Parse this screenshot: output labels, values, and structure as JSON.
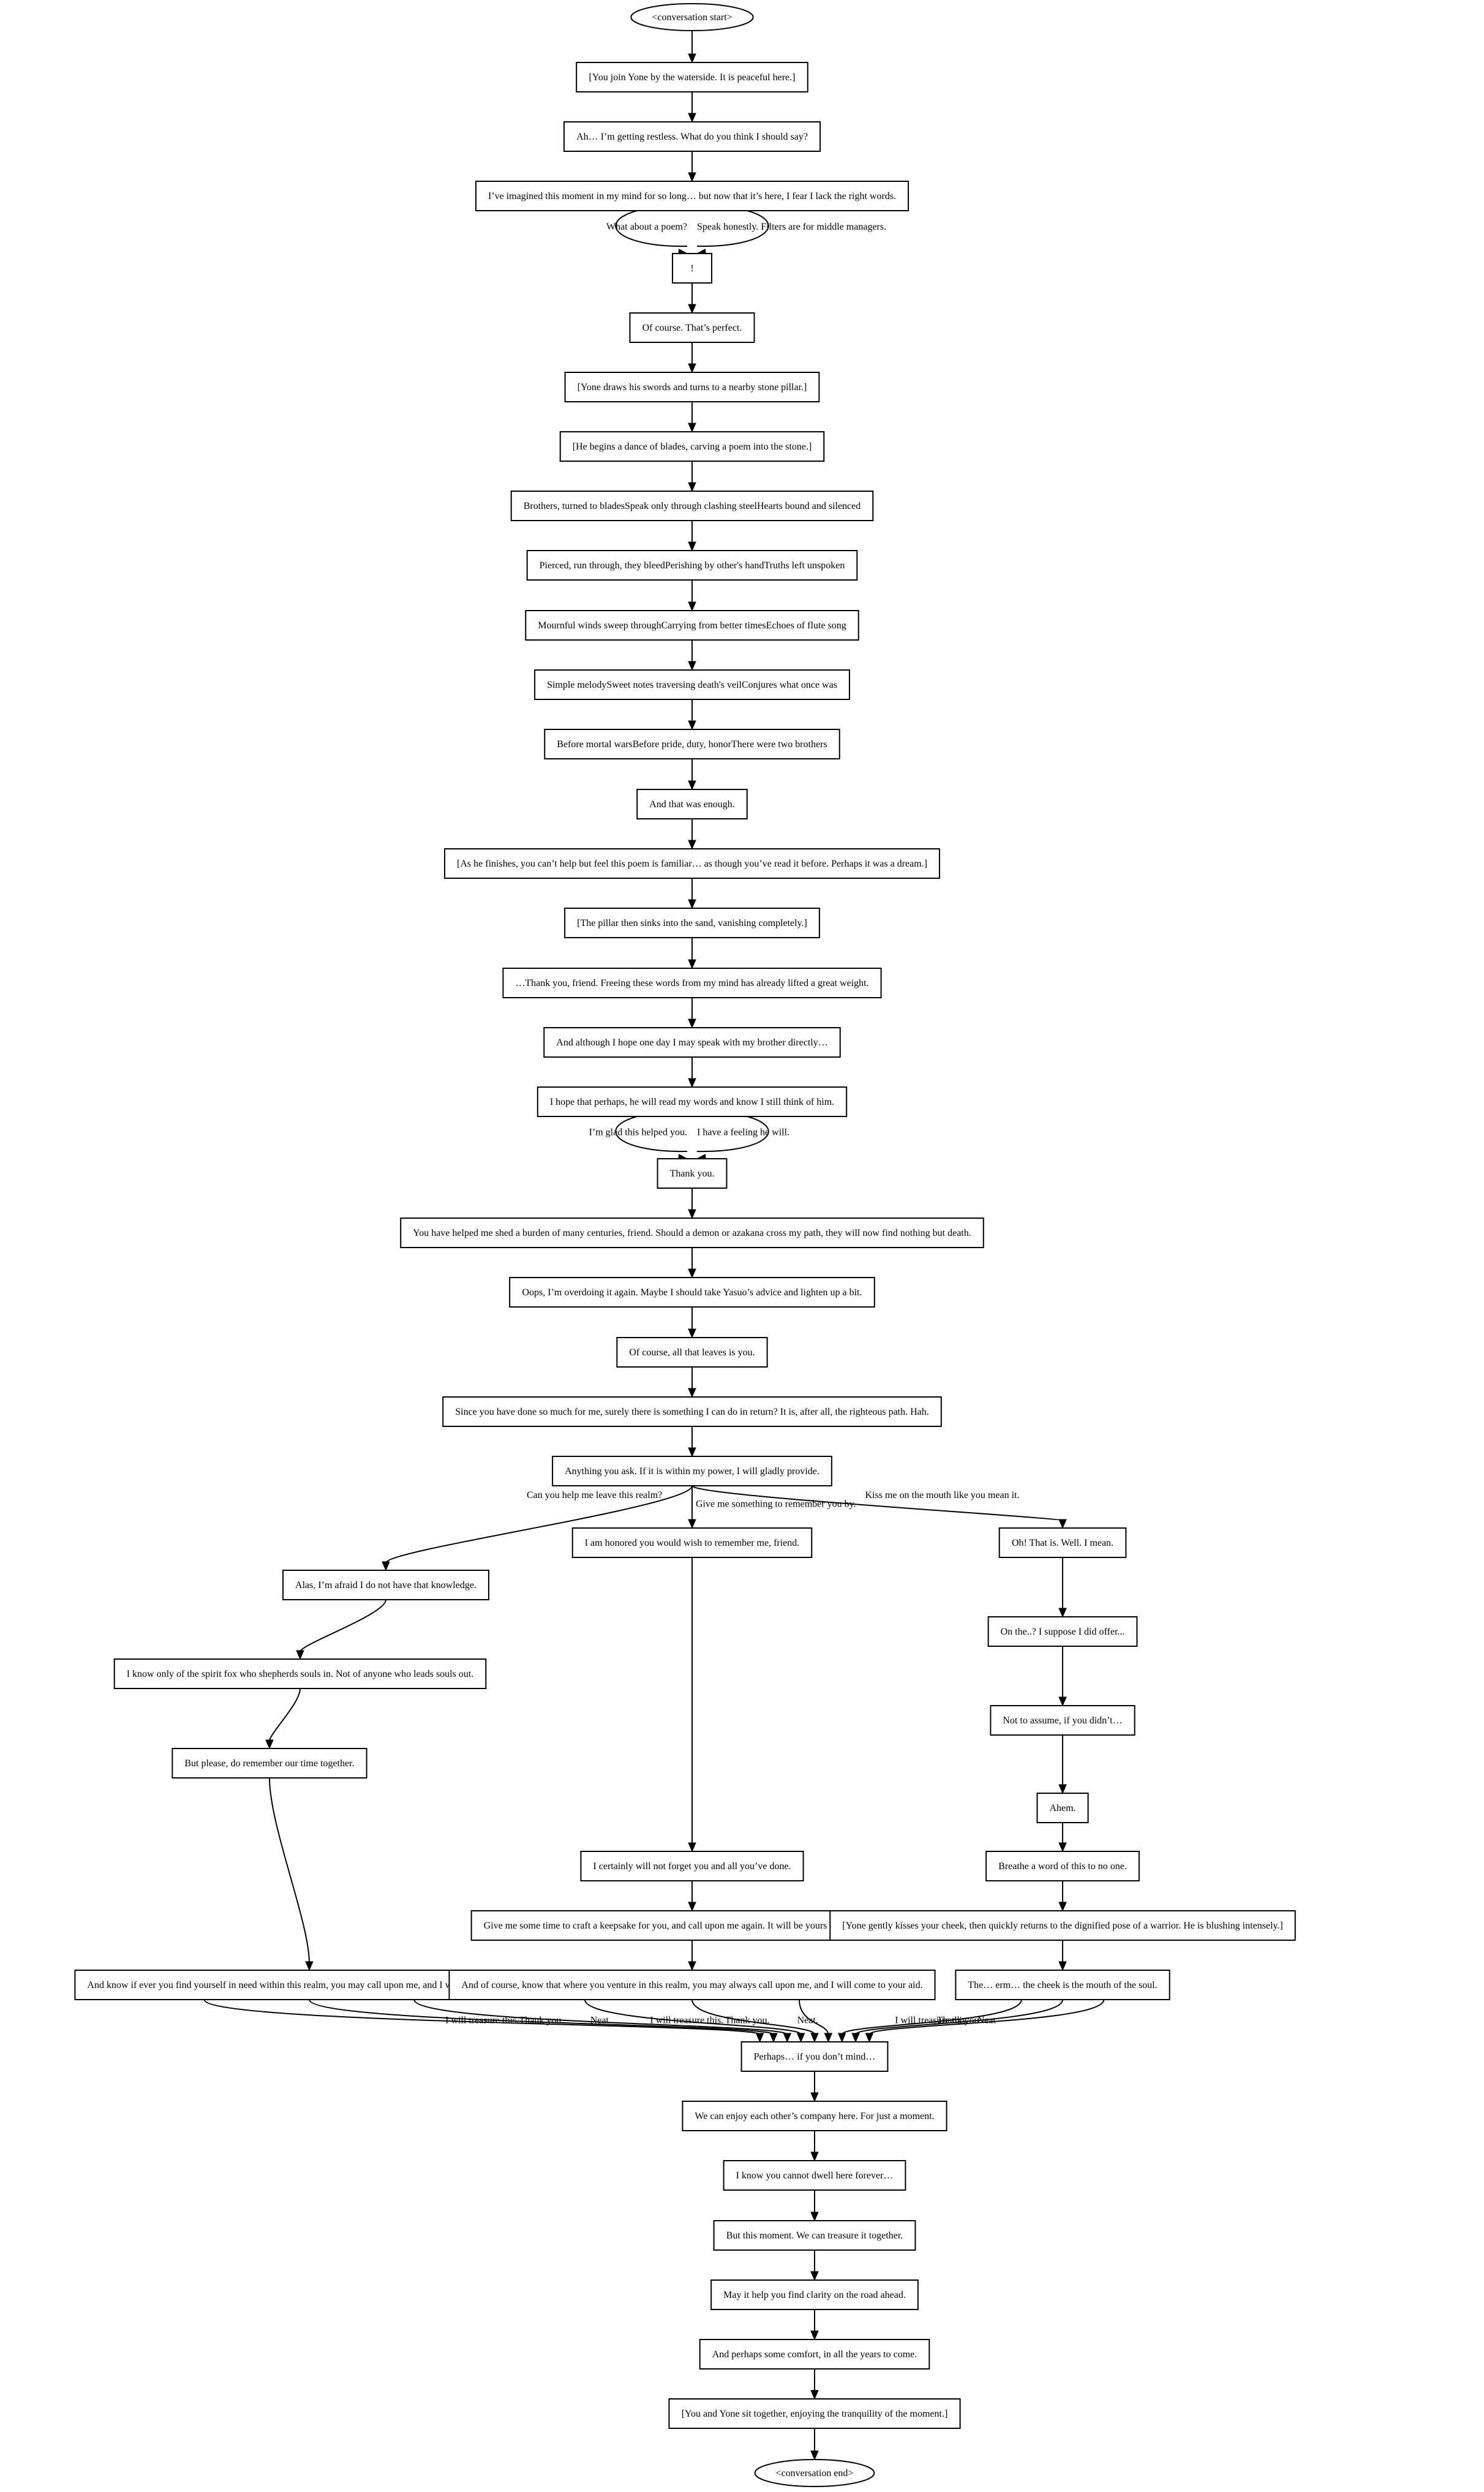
{
  "nodes": [
    {
      "id": "start",
      "shape": "ellipse",
      "text": "<conversation start>"
    },
    {
      "id": "n1",
      "shape": "box",
      "text": "[You join Yone by the waterside. It is peaceful here.]"
    },
    {
      "id": "n2",
      "shape": "box",
      "text": "Ah… I’m getting restless. What do you think I should say?"
    },
    {
      "id": "n3",
      "shape": "box",
      "text": "I’ve imagined this moment in my mind for so long… but now that it’s here, I fear I lack the right words."
    },
    {
      "id": "n4",
      "shape": "box",
      "text": "!"
    },
    {
      "id": "n5",
      "shape": "box",
      "text": "Of course. That’s perfect."
    },
    {
      "id": "n6",
      "shape": "box",
      "text": "[Yone draws his swords and turns to a nearby stone pillar.]"
    },
    {
      "id": "n7",
      "shape": "box",
      "text": "[He begins a dance of blades, carving a poem into the stone.]"
    },
    {
      "id": "n8",
      "shape": "box",
      "text": "Brothers, turned to bladesSpeak only through clashing steelHearts bound and silenced"
    },
    {
      "id": "n9",
      "shape": "box",
      "text": "Pierced, run through, they bleedPerishing by other's handTruths left unspoken"
    },
    {
      "id": "n10",
      "shape": "box",
      "text": "Mournful winds sweep throughCarrying from better timesEchoes of flute song"
    },
    {
      "id": "n11",
      "shape": "box",
      "text": "Simple melodySweet notes traversing death's veilConjures what once was"
    },
    {
      "id": "n12",
      "shape": "box",
      "text": "Before mortal warsBefore pride, duty, honorThere were two brothers"
    },
    {
      "id": "n13",
      "shape": "box",
      "text": "And that was enough."
    },
    {
      "id": "n14",
      "shape": "box",
      "text": "[As he finishes, you can’t help but feel this poem is familiar… as though you’ve read it before. Perhaps it was a dream.]"
    },
    {
      "id": "n15",
      "shape": "box",
      "text": "[The pillar then sinks into the sand, vanishing completely.]"
    },
    {
      "id": "n16",
      "shape": "box",
      "text": "…Thank you, friend. Freeing these words from my mind has already lifted a great weight."
    },
    {
      "id": "n17",
      "shape": "box",
      "text": "And although I hope one day I may speak with my brother directly…"
    },
    {
      "id": "n18",
      "shape": "box",
      "text": "I hope that perhaps, he will read my words and know I still think of him."
    },
    {
      "id": "n19",
      "shape": "box",
      "text": "Thank you."
    },
    {
      "id": "n20",
      "shape": "box",
      "text": "You have helped me shed a burden of many centuries, friend. Should a demon or azakana cross my path, they will now find nothing but death."
    },
    {
      "id": "n21",
      "shape": "box",
      "text": "Oops, I’m overdoing it again. Maybe I should take Yasuo’s advice and lighten up a bit."
    },
    {
      "id": "n22",
      "shape": "box",
      "text": "Of course, all that leaves is you."
    },
    {
      "id": "n23",
      "shape": "box",
      "text": "Since you have done so much for me, surely there is something I can do in return? It is, after all, the righteous path. Hah."
    },
    {
      "id": "n24",
      "shape": "box",
      "text": "Anything you ask. If it is within my power, I will gladly provide."
    },
    {
      "id": "a1",
      "shape": "box",
      "text": "Alas, I’m afraid I do not have that knowledge."
    },
    {
      "id": "a2",
      "shape": "box",
      "text": "I know only of the spirit fox who shepherds souls in. Not of anyone who leads souls out."
    },
    {
      "id": "a3",
      "shape": "box",
      "text": "But please, do remember our time together."
    },
    {
      "id": "a4",
      "shape": "box",
      "text": "And know if ever you find yourself in need within this realm, you may call upon me, and I will come to your aid."
    },
    {
      "id": "b1",
      "shape": "box",
      "text": "I am honored you would wish to remember me, friend."
    },
    {
      "id": "b2",
      "shape": "box",
      "text": "I certainly will not forget you and all you’ve done."
    },
    {
      "id": "b3",
      "shape": "box",
      "text": "Give me some time to craft a keepsake for you, and call upon me again. It will be yours to cherish forever."
    },
    {
      "id": "b4",
      "shape": "box",
      "text": "And of course, know that where you venture in this realm, you may always call upon me, and I will come to your aid."
    },
    {
      "id": "c1",
      "shape": "box",
      "text": "Oh! That is. Well. I mean."
    },
    {
      "id": "c2",
      "shape": "box",
      "text": "On the..? I suppose I did offer..."
    },
    {
      "id": "c3",
      "shape": "box",
      "text": "Not to assume, if you didn’t…"
    },
    {
      "id": "c4",
      "shape": "box",
      "text": "Ahem."
    },
    {
      "id": "c5",
      "shape": "box",
      "text": "Breathe a word of this to no one."
    },
    {
      "id": "c6",
      "shape": "box",
      "text": "[Yone gently kisses your cheek, then quickly returns to the dignified pose of a warrior. He is blushing intensely.]"
    },
    {
      "id": "c7",
      "shape": "box",
      "text": "The… erm… the cheek is the mouth of the soul."
    },
    {
      "id": "m1",
      "shape": "box",
      "text": "Perhaps… if you don’t mind…"
    },
    {
      "id": "m2",
      "shape": "box",
      "text": "We can enjoy each other’s company here. For just a moment."
    },
    {
      "id": "m3",
      "shape": "box",
      "text": "I know you cannot dwell here forever…"
    },
    {
      "id": "m4",
      "shape": "box",
      "text": "But this moment. We can treasure it together."
    },
    {
      "id": "m5",
      "shape": "box",
      "text": "May it help you find clarity on the road ahead."
    },
    {
      "id": "m6",
      "shape": "box",
      "text": "And perhaps some comfort, in all the years to come."
    },
    {
      "id": "m7",
      "shape": "box",
      "text": "[You and Yone sit together, enjoying the tranquility of the moment.]"
    },
    {
      "id": "end",
      "shape": "ellipse",
      "text": "<conversation end>"
    }
  ],
  "edges": [
    {
      "from": "start",
      "to": "n1",
      "label": ""
    },
    {
      "from": "n1",
      "to": "n2",
      "label": ""
    },
    {
      "from": "n2",
      "to": "n3",
      "label": ""
    },
    {
      "from": "n3",
      "to": "n4",
      "label": "What about a poem?"
    },
    {
      "from": "n3",
      "to": "n4",
      "label": "Speak honestly. Filters are for middle managers."
    },
    {
      "from": "n4",
      "to": "n5",
      "label": ""
    },
    {
      "from": "n5",
      "to": "n6",
      "label": ""
    },
    {
      "from": "n6",
      "to": "n7",
      "label": ""
    },
    {
      "from": "n7",
      "to": "n8",
      "label": ""
    },
    {
      "from": "n8",
      "to": "n9",
      "label": ""
    },
    {
      "from": "n9",
      "to": "n10",
      "label": ""
    },
    {
      "from": "n10",
      "to": "n11",
      "label": ""
    },
    {
      "from": "n11",
      "to": "n12",
      "label": ""
    },
    {
      "from": "n12",
      "to": "n13",
      "label": ""
    },
    {
      "from": "n13",
      "to": "n14",
      "label": ""
    },
    {
      "from": "n14",
      "to": "n15",
      "label": ""
    },
    {
      "from": "n15",
      "to": "n16",
      "label": ""
    },
    {
      "from": "n16",
      "to": "n17",
      "label": ""
    },
    {
      "from": "n17",
      "to": "n18",
      "label": ""
    },
    {
      "from": "n18",
      "to": "n19",
      "label": "I’m glad this helped you."
    },
    {
      "from": "n18",
      "to": "n19",
      "label": "I have a feeling he will."
    },
    {
      "from": "n19",
      "to": "n20",
      "label": ""
    },
    {
      "from": "n20",
      "to": "n21",
      "label": ""
    },
    {
      "from": "n21",
      "to": "n22",
      "label": ""
    },
    {
      "from": "n22",
      "to": "n23",
      "label": ""
    },
    {
      "from": "n23",
      "to": "n24",
      "label": ""
    },
    {
      "from": "n24",
      "to": "a1",
      "label": "Can you help me leave this realm?"
    },
    {
      "from": "n24",
      "to": "b1",
      "label": "Give me something to remember you by."
    },
    {
      "from": "n24",
      "to": "c1",
      "label": "Kiss me on the mouth like you mean it."
    },
    {
      "from": "a1",
      "to": "a2",
      "label": ""
    },
    {
      "from": "a2",
      "to": "a3",
      "label": ""
    },
    {
      "from": "a3",
      "to": "a4",
      "label": ""
    },
    {
      "from": "b1",
      "to": "b2",
      "label": ""
    },
    {
      "from": "b2",
      "to": "b3",
      "label": ""
    },
    {
      "from": "b3",
      "to": "b4",
      "label": ""
    },
    {
      "from": "c1",
      "to": "c2",
      "label": ""
    },
    {
      "from": "c2",
      "to": "c3",
      "label": ""
    },
    {
      "from": "c3",
      "to": "c4",
      "label": ""
    },
    {
      "from": "c4",
      "to": "c5",
      "label": ""
    },
    {
      "from": "c5",
      "to": "c6",
      "label": ""
    },
    {
      "from": "c6",
      "to": "c7",
      "label": ""
    },
    {
      "from": "a4",
      "to": "m1",
      "label": "I will treasure this."
    },
    {
      "from": "a4",
      "to": "m1",
      "label": "Thank you."
    },
    {
      "from": "a4",
      "to": "m1",
      "label": "Neat."
    },
    {
      "from": "b4",
      "to": "m1",
      "label": "I will treasure this."
    },
    {
      "from": "b4",
      "to": "m1",
      "label": "Thank you."
    },
    {
      "from": "b4",
      "to": "m1",
      "label": "Neat."
    },
    {
      "from": "c7",
      "to": "m1",
      "label": "I will treasure this."
    },
    {
      "from": "c7",
      "to": "m1",
      "label": "Thank you."
    },
    {
      "from": "c7",
      "to": "m1",
      "label": "Neat"
    },
    {
      "from": "m1",
      "to": "m2",
      "label": ""
    },
    {
      "from": "m2",
      "to": "m3",
      "label": ""
    },
    {
      "from": "m3",
      "to": "m4",
      "label": ""
    },
    {
      "from": "m4",
      "to": "m5",
      "label": ""
    },
    {
      "from": "m5",
      "to": "m6",
      "label": ""
    },
    {
      "from": "m6",
      "to": "m7",
      "label": ""
    },
    {
      "from": "m7",
      "to": "end",
      "label": ""
    }
  ]
}
